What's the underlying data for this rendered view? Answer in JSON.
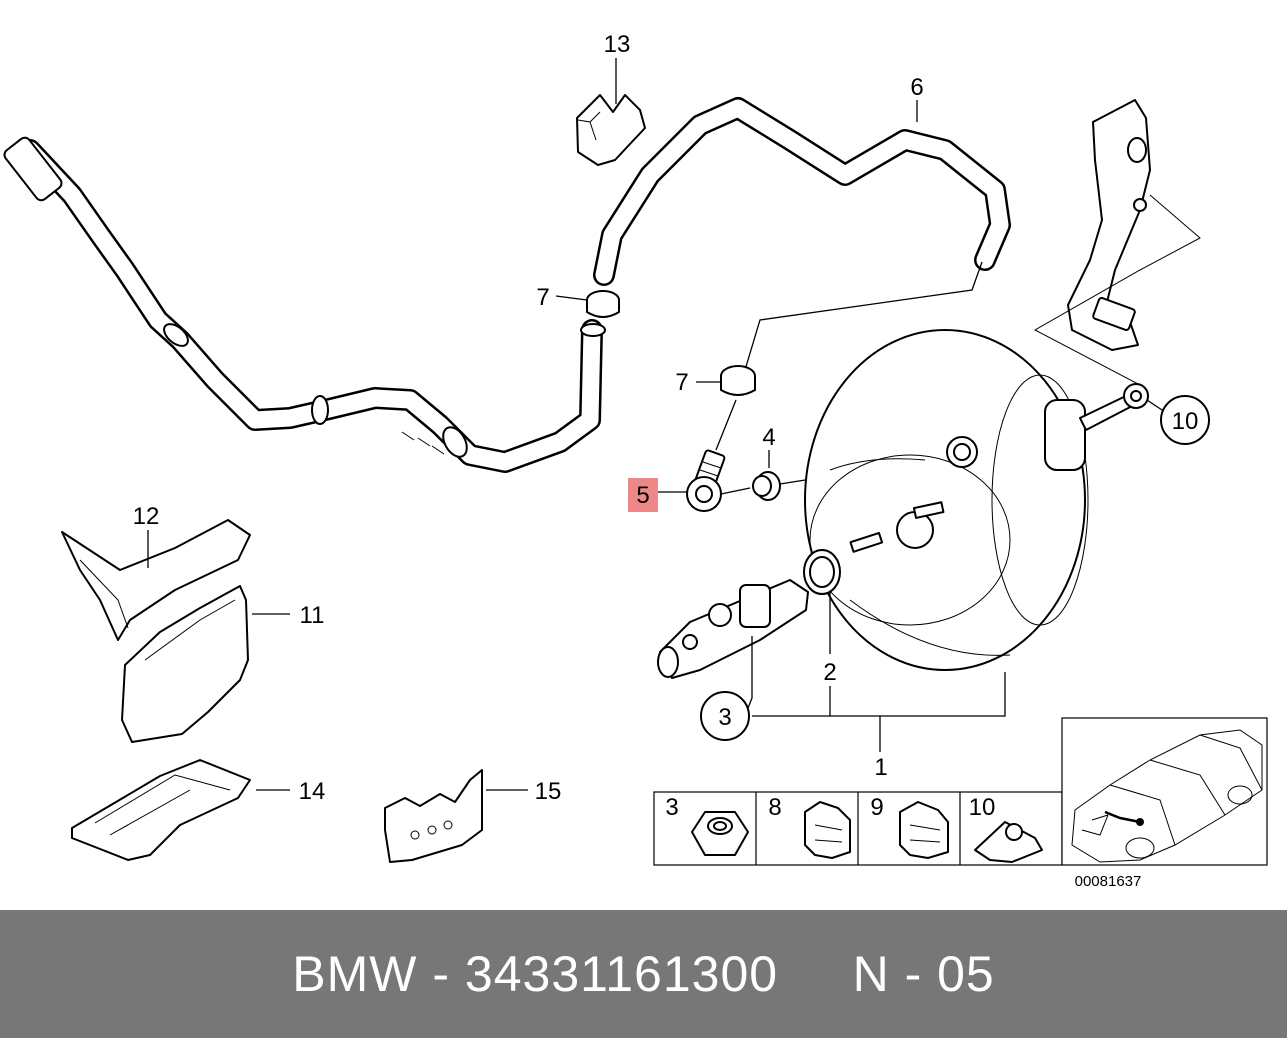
{
  "callouts": {
    "c1": "1",
    "c2": "2",
    "c3": "3",
    "c4": "4",
    "c5": "5",
    "c6": "6",
    "c7a": "7",
    "c7b": "7",
    "c10": "10",
    "c11": "11",
    "c12": "12",
    "c13": "13",
    "c14": "14",
    "c15": "15"
  },
  "highlight_color": "#ee8888",
  "parts_table": [
    {
      "number": "3",
      "icon": "hex-nut-icon"
    },
    {
      "number": "8",
      "icon": "grommet-clip-icon"
    },
    {
      "number": "9",
      "icon": "grommet-clip-icon"
    },
    {
      "number": "10",
      "icon": "spring-nut-clip-icon"
    }
  ],
  "car_thumbnail": {
    "icon": "car-location-icon"
  },
  "diagram_ref": "00081637",
  "footer": {
    "brand": "BMW",
    "part_number": "34331161300",
    "position": "N - 05"
  }
}
